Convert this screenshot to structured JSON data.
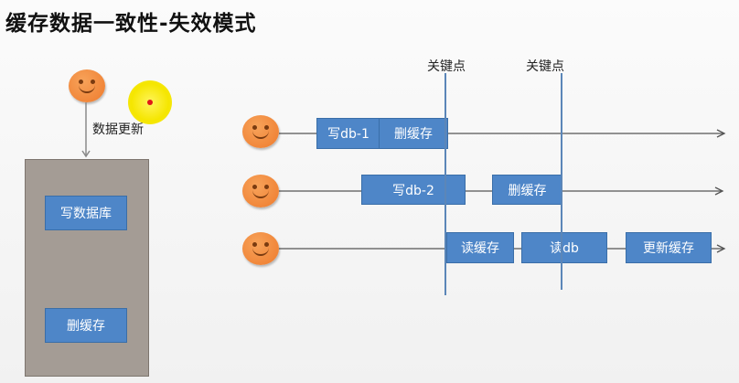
{
  "title": "缓存数据一致性-失效模式",
  "left": {
    "update_label": "数据更新",
    "write_db": "写数据库",
    "delete_cache": "删缓存"
  },
  "keypoints": [
    "关键点",
    "关键点"
  ],
  "rows": [
    {
      "boxes": [
        "写db-1",
        "删缓存"
      ]
    },
    {
      "boxes": [
        "写db-2",
        "删缓存"
      ]
    },
    {
      "boxes": [
        "读缓存",
        "读db",
        "更新缓存"
      ]
    }
  ]
}
